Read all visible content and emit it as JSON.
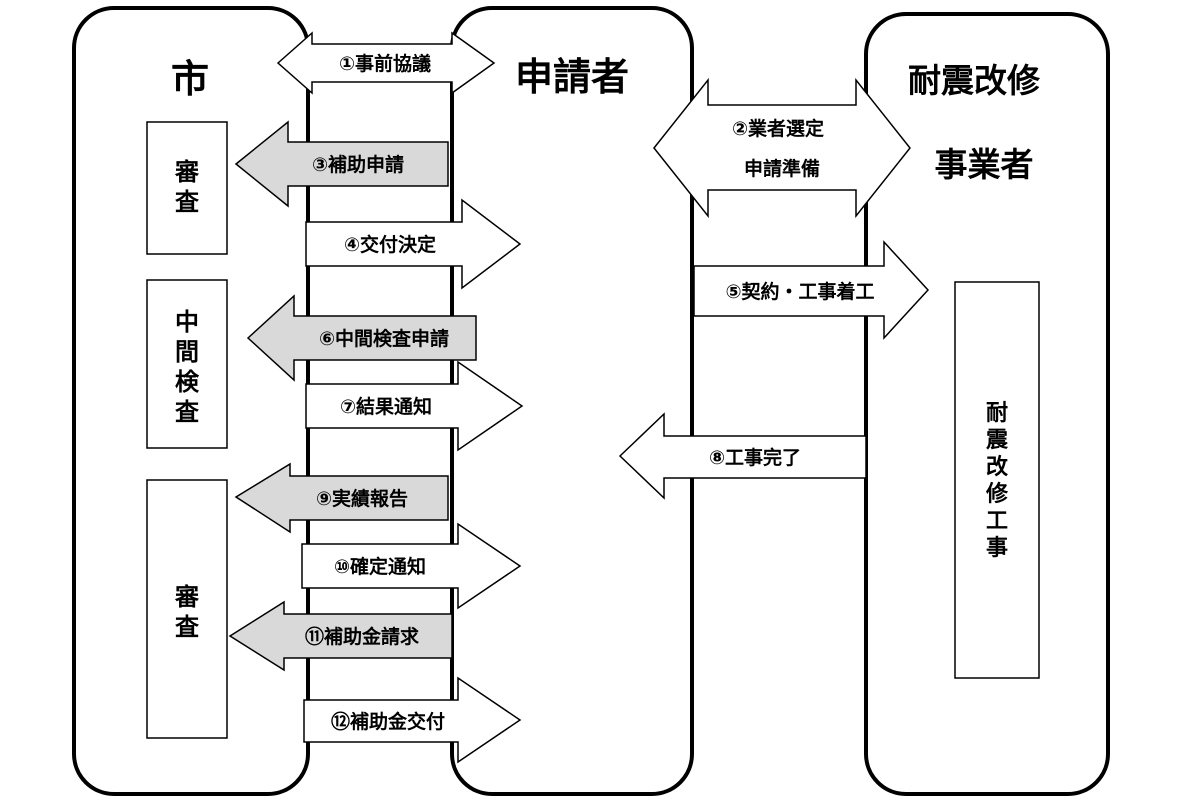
{
  "lanes": {
    "city": "市",
    "applicant": "申請者",
    "contractor_line1": "耐震改修",
    "contractor_line2": "事業者"
  },
  "boxes": {
    "review1": "審査",
    "midcheck": "中間検査",
    "review2": "審査",
    "construction": "耐震改修工事"
  },
  "steps": {
    "s1": "①事前協議",
    "s2a": "②業者選定",
    "s2b": "申請準備",
    "s3": "③補助申請",
    "s4": "④交付決定",
    "s5": "⑤契約・工事着工",
    "s6": "⑥中間検査申請",
    "s7": "⑦結果通知",
    "s8": "⑧工事完了",
    "s9": "⑨実績報告",
    "s10": "⑩確定通知",
    "s11": "⑪補助金請求",
    "s12": "⑫補助金交付"
  }
}
